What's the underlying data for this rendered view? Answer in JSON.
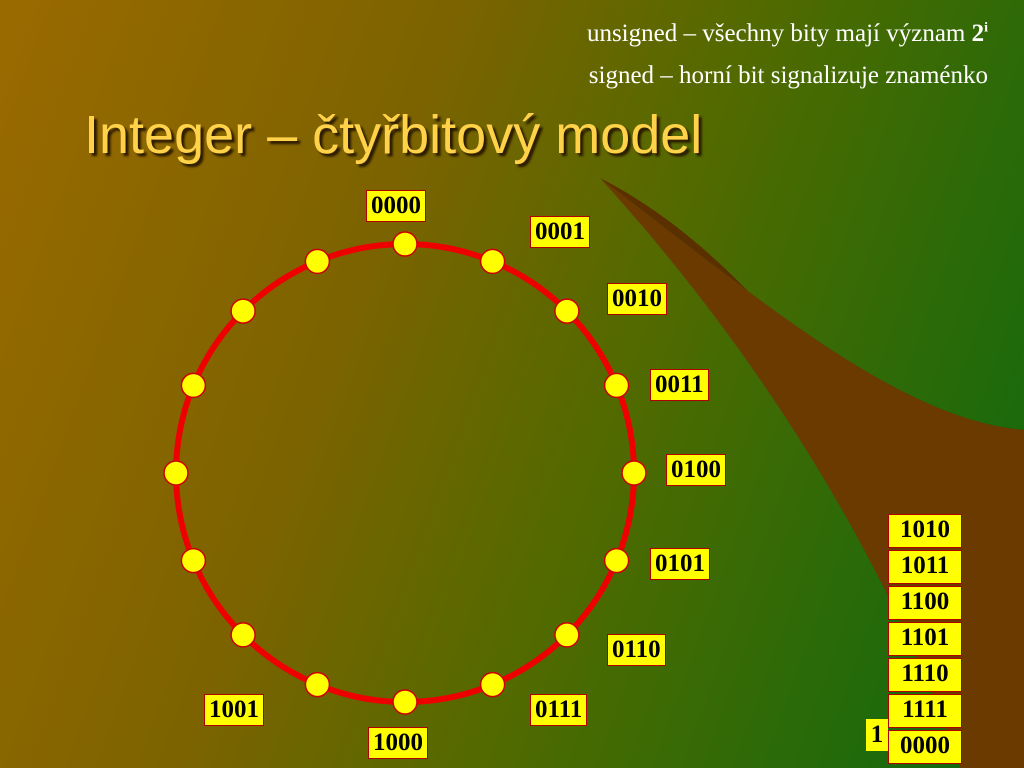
{
  "subtitle_line1": "unsigned – všechny bity mají význam ",
  "subtitle_line1_bold": "2",
  "subtitle_line1_sup": "i",
  "subtitle_line2": "signed – horní bit signalizuje znaménko",
  "title": "Integer – čtyřbitový model",
  "wheel_labels": [
    "0000",
    "0001",
    "0010",
    "0011",
    "0100",
    "0101",
    "0110",
    "0111",
    "1000",
    "1001"
  ],
  "wheel_dot_count": 16,
  "colors": {
    "circle": "#ee0000",
    "dot": "#ffff00",
    "label_bg": "#ffff00",
    "title": "#ffd24a"
  },
  "overflow_stack": [
    "1010",
    "1011",
    "1100",
    "1101",
    "1110",
    "1111",
    "0000"
  ],
  "overflow_carry": "1"
}
